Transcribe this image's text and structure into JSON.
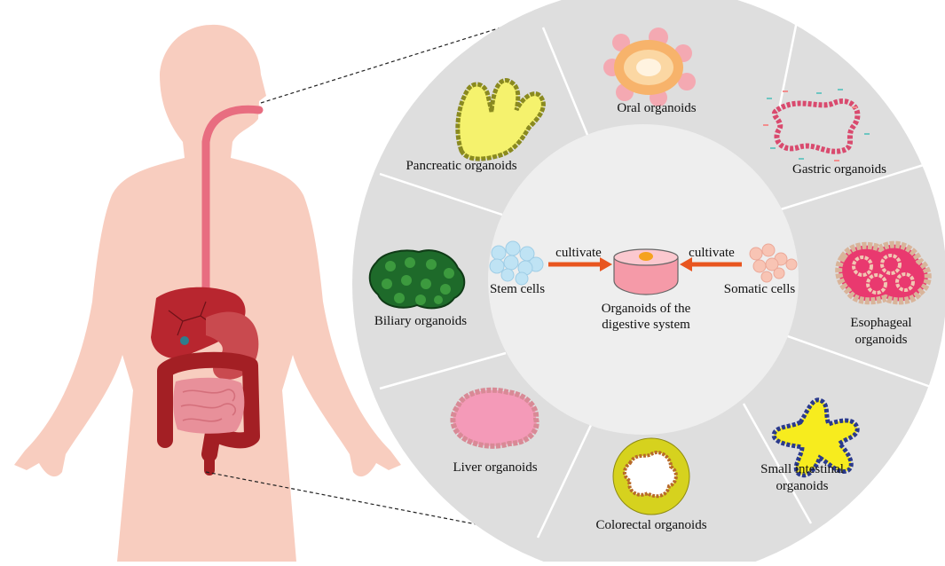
{
  "center": {
    "stem_label": "Stem cells",
    "somatic_label": "Somatic cells",
    "cultivate_left": "cultivate",
    "cultivate_right": "cultivate",
    "dish_line1": "Organoids of the",
    "dish_line2": "digestive system"
  },
  "segments": [
    {
      "id": "oral",
      "lines": [
        "Oral organoids"
      ]
    },
    {
      "id": "gastric",
      "lines": [
        "Gastric organoids"
      ]
    },
    {
      "id": "esophageal",
      "lines": [
        "Esophageal",
        "organoids"
      ]
    },
    {
      "id": "small-intestinal",
      "lines": [
        "Small intestinal",
        "organoids"
      ]
    },
    {
      "id": "colorectal",
      "lines": [
        "Colorectal organoids"
      ]
    },
    {
      "id": "liver",
      "lines": [
        "Liver organoids"
      ]
    },
    {
      "id": "biliary",
      "lines": [
        "Biliary organoids"
      ]
    },
    {
      "id": "pancreatic",
      "lines": [
        "Pancreatic organoids"
      ]
    }
  ],
  "colors": {
    "skin": "#f8cdbf",
    "ring": "#dedede",
    "inner_disc": "#eeeeee",
    "arrow": "#e8551f",
    "esophagus": "#e86d80",
    "liver": "#b8262f",
    "colon": "#a31f24"
  }
}
